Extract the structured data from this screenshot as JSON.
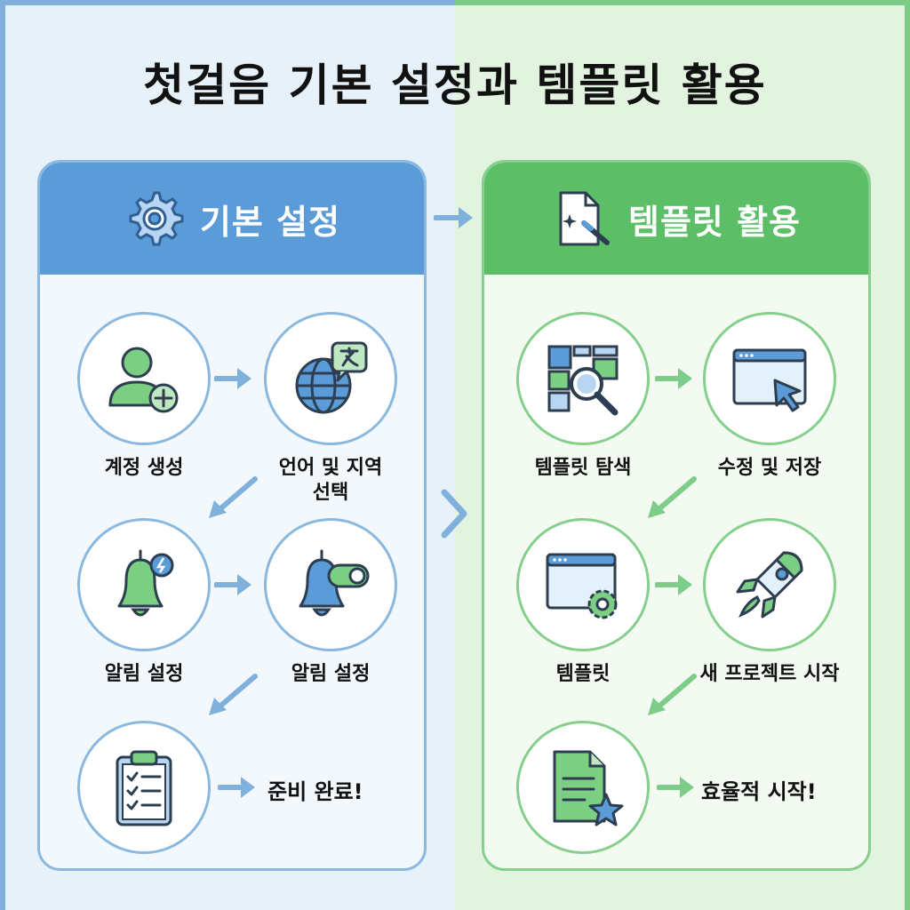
{
  "title": "첫걸음 기본 설정과 템플릿 활용",
  "colors": {
    "blue": "#5b9bd8",
    "green": "#5cbf68",
    "blue_light": "#8ab8de",
    "green_light": "#86cf8d"
  },
  "left_panel": {
    "header": "기본 설정",
    "header_icon": "gear-icon",
    "steps": [
      {
        "label": "계정 생성",
        "icon": "user-add-icon"
      },
      {
        "label": "언어 및 지역",
        "label2": "선택",
        "icon": "globe-translate-icon"
      },
      {
        "label": "알림 설정",
        "icon": "bell-icon"
      },
      {
        "label": "알림 설정",
        "icon": "bell-toggle-icon"
      },
      {
        "label": "준비 완료!",
        "icon": "clipboard-checklist-icon"
      }
    ]
  },
  "right_panel": {
    "header": "템플릿 활용",
    "header_icon": "magic-document-icon",
    "steps": [
      {
        "label": "템플릿 탐색",
        "icon": "template-search-icon"
      },
      {
        "label": "수정 및 저장",
        "icon": "browser-cursor-icon"
      },
      {
        "label": "템플릿",
        "icon": "browser-gear-icon"
      },
      {
        "label": "새 프로젝트 시작",
        "icon": "rocket-icon"
      },
      {
        "label": "효율적 시작!",
        "icon": "document-star-icon"
      }
    ]
  }
}
